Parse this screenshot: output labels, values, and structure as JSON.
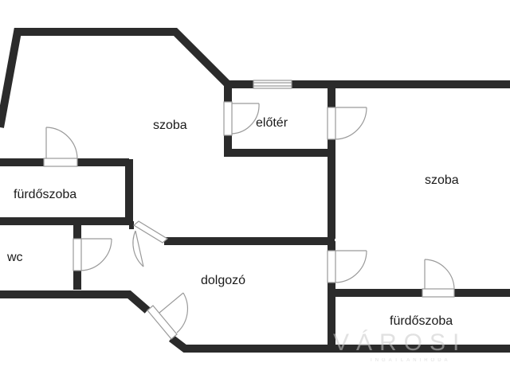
{
  "rooms": {
    "szoba_left": "szoba",
    "eloter": "előtér",
    "szoba_right": "szoba",
    "furdoszoba_left": "fürdőszoba",
    "wc": "wc",
    "dolgozo": "dolgozó",
    "furdoszoba_right": "fürdőszoba"
  },
  "watermark": {
    "brand": "VÁROSI",
    "sub": "INGATLANIRODA"
  },
  "colors": {
    "wall": "#2b2b2b",
    "window": "#9a9a9a",
    "door": "#9a9a9a"
  }
}
